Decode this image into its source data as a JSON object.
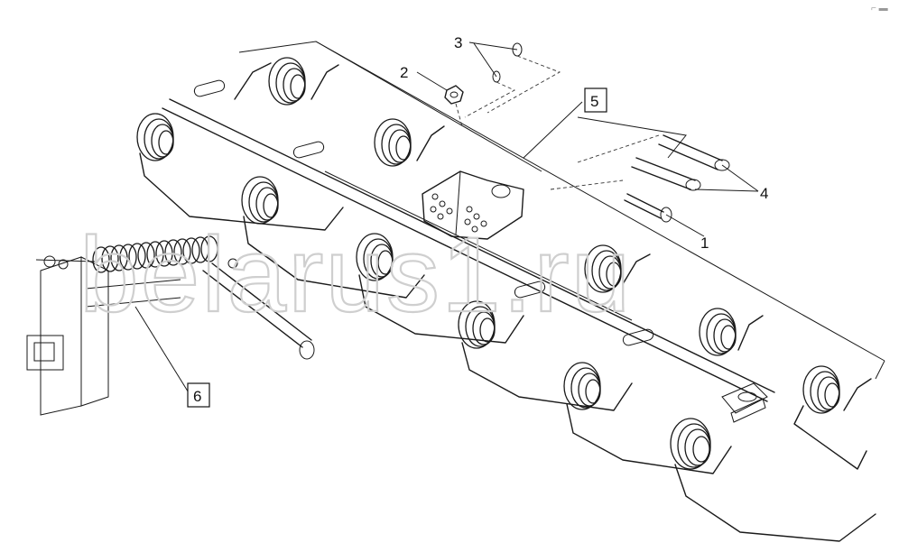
{
  "callouts": [
    {
      "id": "c1",
      "label": "1"
    },
    {
      "id": "c2",
      "label": "2"
    },
    {
      "id": "c3",
      "label": "3"
    },
    {
      "id": "c4",
      "label": "4"
    },
    {
      "id": "c5",
      "label": "5"
    },
    {
      "id": "c6",
      "label": "6"
    }
  ],
  "watermark": "belarus1.ru",
  "corner_mark": "⌐ ▬"
}
